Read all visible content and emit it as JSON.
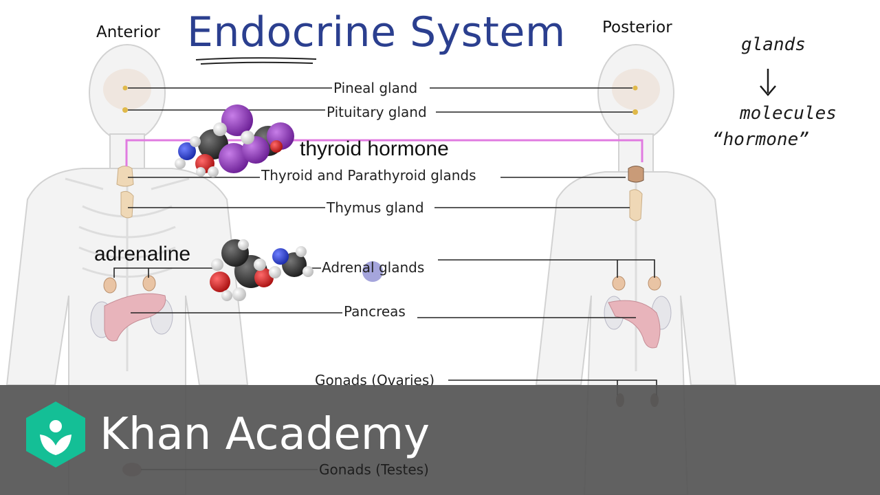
{
  "title": "Endocrine System",
  "views": {
    "anterior": "Anterior",
    "posterior": "Posterior"
  },
  "glands": {
    "pineal": "Pineal gland",
    "pituitary": "Pituitary gland",
    "thyroid": "Thyroid and Parathyroid glands",
    "thymus": "Thymus gland",
    "adrenal": "Adrenal glands",
    "pancreas": "Pancreas",
    "ovaries": "Gonads (Ovaries)",
    "testes": "Gonads (Testes)"
  },
  "annotations": {
    "thyroid_hormone": "thyroid hormone",
    "adrenaline": "adrenaline"
  },
  "notes": {
    "glands": "glands",
    "arrow": "↓",
    "molecules": "molecules",
    "hormone": "“hormone”"
  },
  "banner": {
    "brand": "Khan Academy",
    "logo_icon": "khan-academy-leaf-icon"
  },
  "colors": {
    "title": "#2b3f8f",
    "connector": "#e07be0",
    "banner": "#555555",
    "logo": "#14bf96",
    "molecule_purple": "#8c2fb5",
    "molecule_red": "#d61f1f",
    "molecule_blue": "#2b3fe0"
  }
}
